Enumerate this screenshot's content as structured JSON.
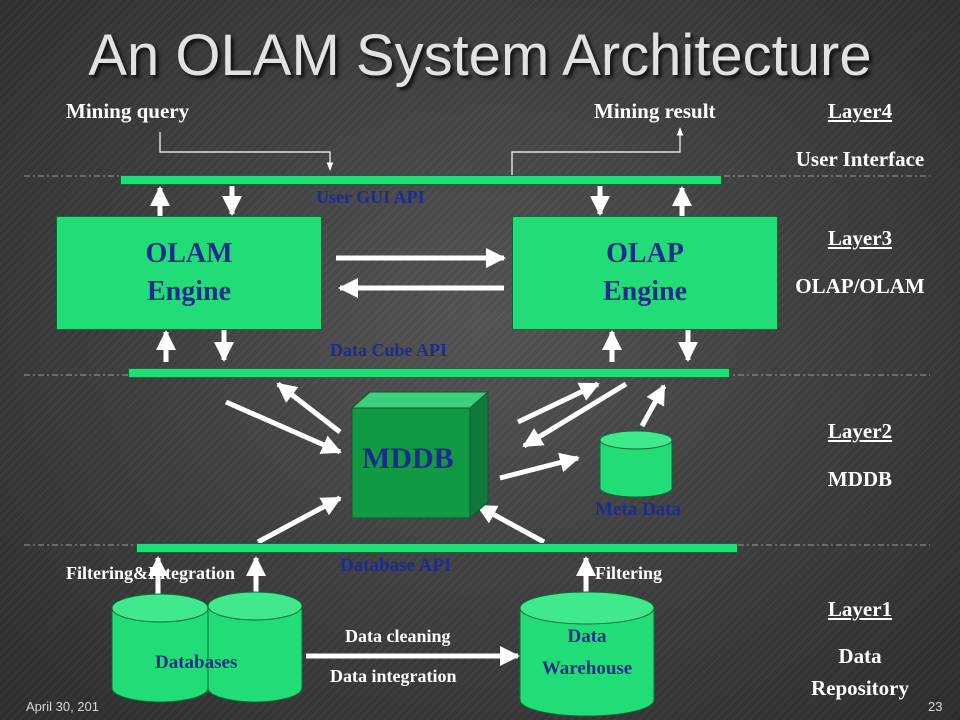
{
  "title": "An OLAM System Architecture",
  "top_labels": {
    "mining_query": "Mining query",
    "mining_result": "Mining result"
  },
  "layers": [
    {
      "name": "Layer4",
      "desc": "User Interface"
    },
    {
      "name": "Layer3",
      "desc": "OLAP/OLAM"
    },
    {
      "name": "Layer2",
      "desc": "MDDB"
    },
    {
      "name": "Layer1",
      "desc_line1": "Data",
      "desc_line2": "Repository"
    }
  ],
  "apis": {
    "user_gui": "User GUI API",
    "data_cube": "Data Cube API",
    "database": "Database API"
  },
  "engines": {
    "olam_line1": "OLAM",
    "olam_line2": "Engine",
    "olap_line1": "OLAP",
    "olap_line2": "Engine"
  },
  "mddb": "MDDB",
  "meta_data": "Meta Data",
  "filters": {
    "left": "Filtering&Integration",
    "right": "Filtering"
  },
  "repository": {
    "databases": "Databases",
    "warehouse_line1": "Data",
    "warehouse_line2": "Warehouse",
    "cleaning": "Data cleaning",
    "integration": "Data integration"
  },
  "footer": {
    "date": "April 30, 201",
    "page": "23"
  },
  "colors": {
    "component_green": "#22dd77",
    "mddb_green": "#119944",
    "label_blue": "#1d2c8c",
    "background": "#444444"
  }
}
